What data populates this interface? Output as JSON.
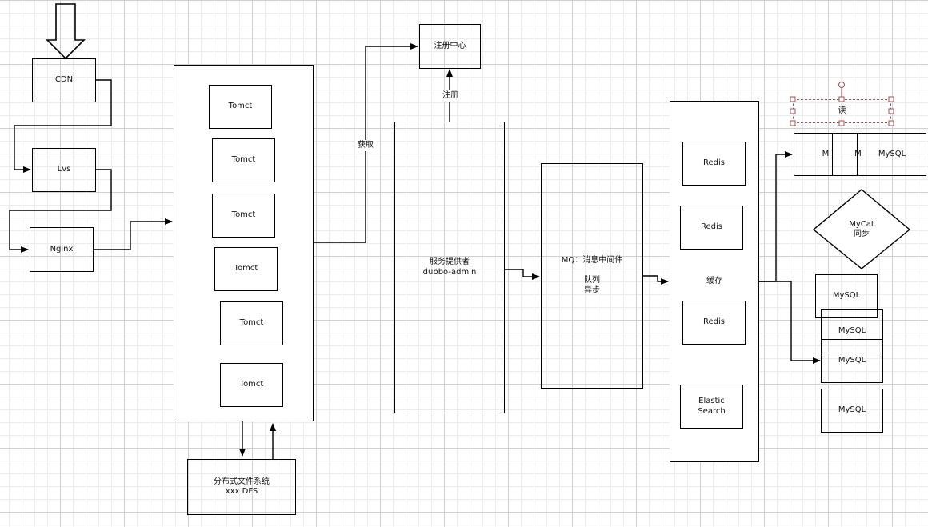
{
  "nodes": {
    "cdn": "CDN",
    "lvs": "Lvs",
    "nginx": "Nginx",
    "tomcat": [
      "Tomct",
      "Tomct",
      "Tomct",
      "Tomct",
      "Tomct",
      "Tomct"
    ],
    "dfs": "分布式文件系统\nxxx DFS",
    "registry": "注册中心",
    "provider": "服务提供者\ndubbo-admin",
    "mq": "MQ：消息中间件\n\n队列\n异步",
    "cache": "缓存",
    "redis": [
      "Redis",
      "Redis",
      "Redis"
    ],
    "elastic": "Elastic\nSearch",
    "read": "读",
    "mysql_row": [
      "M",
      "M",
      "MySQL"
    ],
    "mycat": "MyCat\n同步",
    "mysql": [
      "MySQL",
      "MySQL",
      "MySQL",
      "MySQL"
    ]
  },
  "edges": {
    "fetch": "获取",
    "register": "注册"
  },
  "colors": {
    "line": "#000000",
    "grid": "#d0d0d0",
    "selection": "#a05050"
  }
}
